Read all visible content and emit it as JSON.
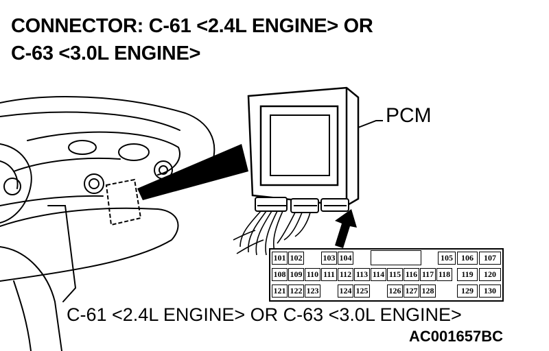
{
  "title_line1": "CONNECTOR: C-61 <2.4L ENGINE> OR",
  "title_line2": "C-63 <3.0L ENGINE>",
  "pcm_label": "PCM",
  "caption": "C-61 <2.4L ENGINE> OR C-63 <3.0L ENGINE>",
  "figure_code": "AC001657BC",
  "pins": {
    "p101": "101",
    "p102": "102",
    "p103": "103",
    "p104": "104",
    "p105": "105",
    "p106": "106",
    "p107": "107",
    "p108": "108",
    "p109": "109",
    "p110": "110",
    "p111": "111",
    "p112": "112",
    "p113": "113",
    "p114": "114",
    "p115": "115",
    "p116": "116",
    "p117": "117",
    "p118": "118",
    "p119": "119",
    "p120": "120",
    "p121": "121",
    "p122": "122",
    "p123": "123",
    "p124": "124",
    "p125": "125",
    "p126": "126",
    "p127": "127",
    "p128": "128",
    "p129": "129",
    "p130": "130"
  }
}
